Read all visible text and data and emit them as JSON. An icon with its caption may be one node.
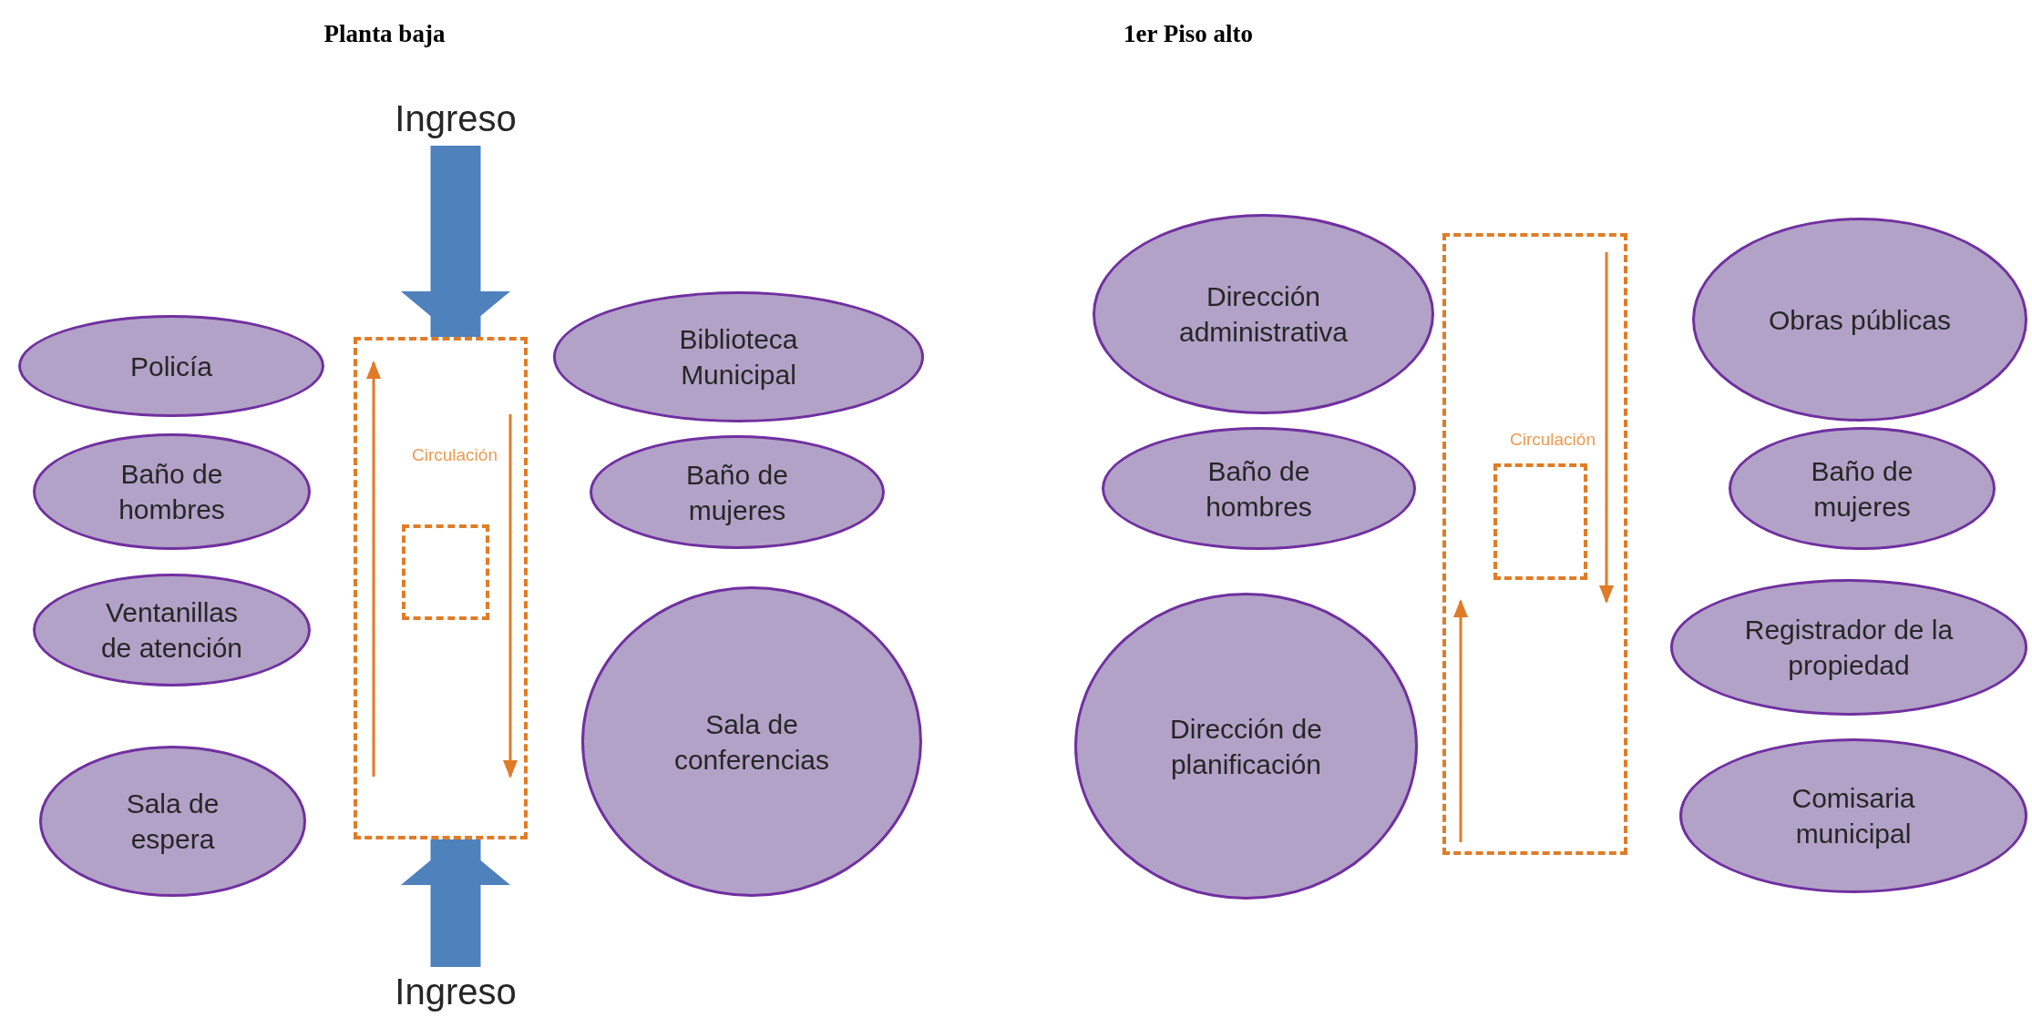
{
  "diagram": {
    "nodes": [
      {
        "text": [
          "Ingreso"
        ]
      },
      {
        "text": [
          "Policía"
        ]
      },
      {
        "text": [
          "Biblioteca Municipal"
        ]
      },
      {
        "text": [
          "Circulación"
        ]
      },
      {
        "text": [],
        "shape": "box",
        "in": 3
      },
      {
        "text": [
          "Baño de hombres"
        ]
      },
      {
        "text": [
          "Baño de mujeres"
        ]
      },
      {
        "text": [
          "Ventanillas de atención"
        ]
      },
      {
        "text": [
          "Sala de conferencias"
        ]
      },
      {
        "text": [
          "Sala de espera"
        ]
      },
      {
        "text": [
          "Ingreso"
        ]
      },
      {
        "text": [
          "Dirección administrativa"
        ]
      },
      {
        "text": [
          "Obras públicas"
        ]
      },
      {
        "text": [
          "Circulación"
        ]
      },
      {
        "text": [],
        "shape": "box",
        "in": 13
      },
      {
        "text": [
          "Baño de hombres"
        ]
      },
      {
        "text": [
          "Baño de mujeres"
        ]
      },
      {
        "text": [
          "Registrador de la propiedad"
        ]
      },
      {
        "text": [
          "Dirección de planificación"
        ]
      },
      {
        "text": [
          "Comisaria municipal"
        ]
      }
    ],
    "edges": [
      {
        "from": 0,
        "to": 3,
        "arrow": "to"
      },
      {
        "from": 10,
        "to": 3,
        "arrow": "to"
      }
    ],
    "labels": [
      "Planta baja",
      "1er Piso alto"
    ]
  }
}
